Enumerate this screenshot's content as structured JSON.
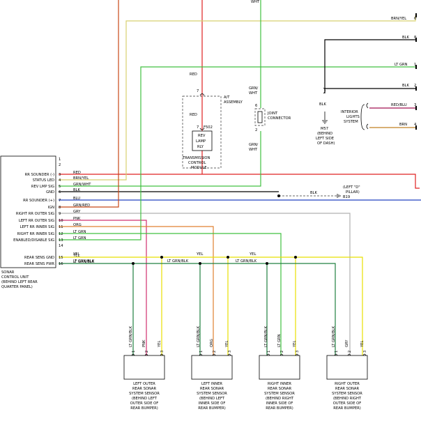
{
  "colors": {
    "red": "#e02020",
    "brn_yel": "#d8d070",
    "grn_wht": "#40c040",
    "blk": "#000000",
    "blu": "#2040c0",
    "grn_red": "#c84818",
    "gry": "#b0b0b0",
    "pnk": "#d03070",
    "org": "#e08030",
    "lt_grn": "#40c040",
    "yel": "#e8e000",
    "lt_grn_blk": "#208040",
    "red_blu": "#a01050",
    "brn": "#c08020",
    "wht": "#40c040"
  },
  "top": {
    "wht_label": "WHT",
    "brn_yel_label": "BRN/YEL",
    "brn_yel_pin": "6",
    "blk_label": "BLK",
    "blk_pin": "8",
    "lt_grn_label": "LT GRN",
    "lt_grn_pin": "1",
    "blk2_label": "BLK",
    "blk2_pin": "2",
    "red_blu_label": "RED/BLU",
    "red_blu_pin": "3",
    "brn_label": "BRN",
    "brn_pin": "4"
  },
  "at": {
    "red_label_top": "RED",
    "pin7_top": "7",
    "assembly": [
      "A/T",
      "ASSEMBLY"
    ],
    "red_label_mid": "RED",
    "pin7_mid": "7",
    "conn": "F502",
    "relay": [
      "REV",
      "LAMP",
      "RLY"
    ],
    "module": [
      "TRANSMISSION",
      "CONTROL",
      "MODULE"
    ]
  },
  "joint": {
    "wire_top": [
      "GRN/",
      "WHT"
    ],
    "pin_top": "6",
    "pin_bot": "2",
    "label": [
      "JOINT",
      "CONNECTOR"
    ],
    "wire_bot": [
      "GRN/",
      "WHT"
    ]
  },
  "ground": {
    "wire": "BLK",
    "name": "M57",
    "loc": [
      "(BEHIND",
      "LEFT SIDE",
      "OF DASH)"
    ],
    "interior": [
      "INTERIOR",
      "LIGHTS",
      "SYSTEM"
    ]
  },
  "pillar": {
    "wire": "BLK",
    "label": [
      "(LEFT \"D\"",
      "PILLAR)"
    ],
    "ground": "B19"
  },
  "sonar": {
    "pins": [
      "1",
      "2",
      "3",
      "4",
      "5",
      "6",
      "7",
      "8",
      "9",
      "10",
      "11",
      "12",
      "13",
      "14",
      "15",
      "16"
    ],
    "functions": [
      "RR SOUNDER (-)",
      "STATUS LED",
      "REV LMP SIG",
      "GND",
      "RR SOUNDER (+)",
      "IGN",
      "RIGHT RR OUTER SIG",
      "LEFT RR OUTER SIG",
      "LEFT RR INNER SIG",
      "RIGHT RR INNER SIG",
      "ENABLED/DISABLE SIG",
      "REAR SENS GND",
      "REAR SENS PWR"
    ],
    "wires": [
      "RED",
      "BRN/YEL",
      "GRN/WHT",
      "BLK",
      "BLU",
      "GRN/RED",
      "GRY",
      "PNK",
      "ORG",
      "LT GRN",
      "LT GRN",
      "",
      "YEL",
      "LT GRN/BLK"
    ],
    "label": [
      "SONAR",
      "CONTROL UNIT",
      "(BEHIND LEFT REAR",
      "QUARTER PANEL)"
    ],
    "bus_yel": "YEL",
    "bus_yel2": "YEL",
    "bus_grn": "LT GRN/BLK",
    "bus_grn2": "LT GRN/BLK"
  },
  "sensors": [
    {
      "w1": "LT GRN/BLK",
      "w2": "PNK",
      "w3": "YEL",
      "p1": "1",
      "p2": "2",
      "p3": "3",
      "name": [
        "LEFT OUTER",
        "REAR SONAR",
        "SYSTEM SENSOR",
        "(BEHIND LEFT",
        "OUTER SIDE OF",
        "REAR BUMPER)"
      ]
    },
    {
      "w1": "LT GRN/BLK",
      "w2": "ORG",
      "w3": "YEL",
      "p1": "1",
      "p2": "2",
      "p3": "3",
      "name": [
        "LEFT INNER",
        "REAR SONAR",
        "SYSTEM SENSOR",
        "(BEHIND LEFT",
        "INNER SIDE OF",
        "REAR BUMPER)"
      ]
    },
    {
      "w1": "LT GRN/BLK",
      "w2": "LT GRN",
      "w3": "YEL",
      "p1": "1",
      "p2": "2",
      "p3": "3",
      "name": [
        "RIGHT INNER",
        "REAR SONAR",
        "SYSTEM SENSOR",
        "(BEHIND RIGHT",
        "INNER SIDE OF",
        "REAR BUMPER)"
      ]
    },
    {
      "w1": "LT GRN/BLK",
      "w2": "GRY",
      "w3": "YEL",
      "p1": "1",
      "p2": "2",
      "p3": "3",
      "name": [
        "RIGHT OUTER",
        "REAR SONAR",
        "SYSTEM SENSOR",
        "(BEHIND RIGHT",
        "OUTER SIDE OF",
        "REAR BUMPER)"
      ]
    }
  ]
}
